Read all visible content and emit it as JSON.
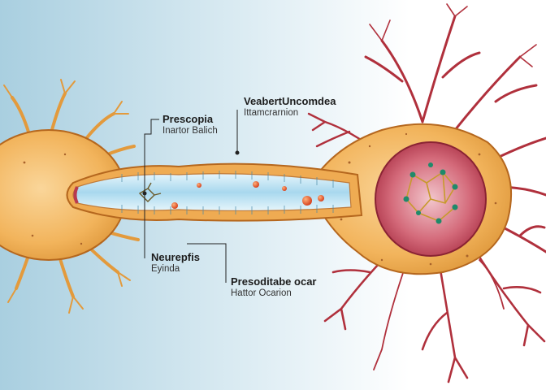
{
  "labels": {
    "presynaptic": {
      "title": "Prescopia",
      "subtitle": "Inartor Balich"
    },
    "vesicle": {
      "title": "VeabertUncomdea",
      "subtitle": "Ittamcrarnion"
    },
    "neuron_tail": {
      "title": "Neurepfis",
      "subtitle": "Eyinda"
    },
    "postsynaptic": {
      "title": "Presoditabe ocar",
      "subtitle": "Hattor Ocarion"
    }
  },
  "colors": {
    "background_left": "#a9cfe0",
    "background_right": "#ffffff",
    "cell_body": "#f0b258",
    "cell_outline": "#b5671e",
    "channel_fluid": "#bfe3f2",
    "dendrite": "#b0303c",
    "nucleus": "#b83a4f",
    "molecule_node": "#1f8a6a",
    "vesicle": "#e0481f"
  }
}
